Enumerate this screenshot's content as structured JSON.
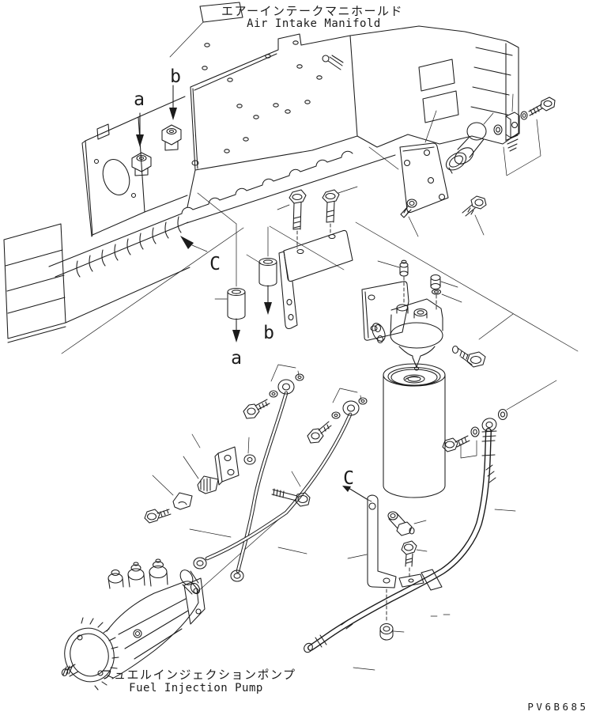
{
  "drawing": {
    "background_color": "#ffffff",
    "line_color": "#1b1b1b",
    "title_top": {
      "jp": "エアーインテークマニホールド",
      "en": "Air Intake Manifold"
    },
    "title_bottom": {
      "jp": "フュエルインジェクションポンプ",
      "en": "Fuel Injection Pump"
    },
    "drawing_number": "PV6B685",
    "section_markers": [
      {
        "letter": "a"
      },
      {
        "letter": "b"
      },
      {
        "letter": "C"
      },
      {
        "letter": "a"
      },
      {
        "letter": "b"
      },
      {
        "letter": "C"
      }
    ]
  }
}
